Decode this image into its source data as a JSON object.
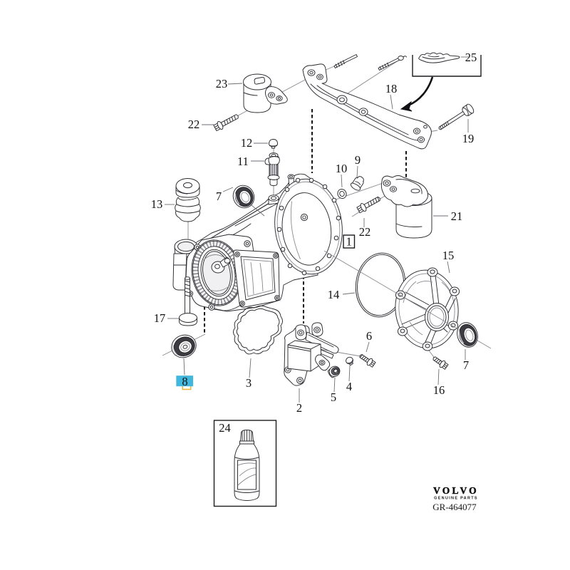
{
  "figure": {
    "type": "exploded-parts-diagram",
    "background": "#ffffff"
  },
  "branding": {
    "brand": "VOLVO",
    "tagline": "GENUINE PARTS",
    "drawing_number": "GR-464077"
  },
  "highlight": {
    "selected_callout": "8",
    "fill": "#41b7dd",
    "frame": "#f0b73f"
  },
  "callouts": {
    "n1": {
      "text": "1",
      "boxed": true
    },
    "n2": {
      "text": "2"
    },
    "n3": {
      "text": "3"
    },
    "n4": {
      "text": "4"
    },
    "n5": {
      "text": "5"
    },
    "n6": {
      "text": "6"
    },
    "n7a": {
      "text": "7"
    },
    "n7b": {
      "text": "7"
    },
    "n8": {
      "text": "8",
      "highlighted": true
    },
    "n9": {
      "text": "9"
    },
    "n10": {
      "text": "10"
    },
    "n11": {
      "text": "11"
    },
    "n12": {
      "text": "12"
    },
    "n13": {
      "text": "13"
    },
    "n14": {
      "text": "14"
    },
    "n15": {
      "text": "15"
    },
    "n16": {
      "text": "16"
    },
    "n17": {
      "text": "17"
    },
    "n18": {
      "text": "18"
    },
    "n19": {
      "text": "19"
    },
    "n21": {
      "text": "21"
    },
    "n22a": {
      "text": "22"
    },
    "n22b": {
      "text": "22"
    },
    "n23": {
      "text": "23"
    },
    "n24": {
      "text": "24"
    },
    "n25": {
      "text": "25"
    }
  }
}
